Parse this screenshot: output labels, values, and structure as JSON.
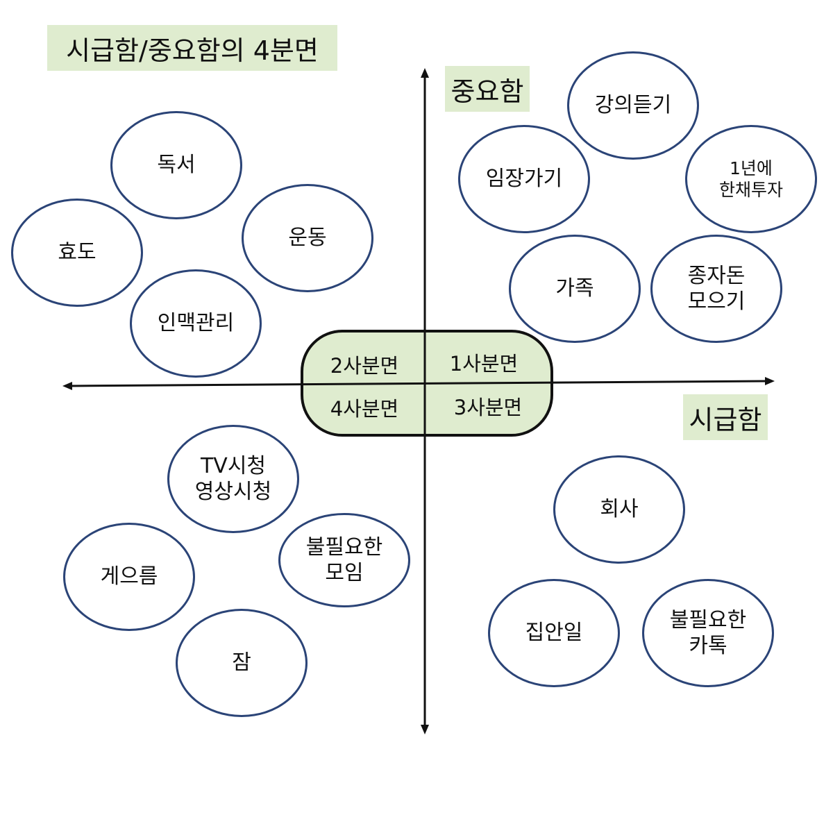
{
  "title": "시급함/중요함의 4분면",
  "axis": {
    "vertical_label": "중요함",
    "horizontal_label": "시급함"
  },
  "center": {
    "q1": "1사분면",
    "q2": "2사분면",
    "q3": "3사분면",
    "q4": "4사분면"
  },
  "quadrant1": {
    "lecture": "강의듣기",
    "assembly": "임장가기",
    "invest_line1": "1년에",
    "invest_line2": "한채투자",
    "family": "가족",
    "seed_line1": "종자돈",
    "seed_line2": "모으기"
  },
  "quadrant2": {
    "reading": "독서",
    "filial": "효도",
    "exercise": "운동",
    "network": "인맥관리"
  },
  "quadrant3": {
    "company": "회사",
    "housework": "집안일",
    "kakao_line1": "불필요한",
    "kakao_line2": "카톡"
  },
  "quadrant4": {
    "tv_line1": "TV시청",
    "tv_line2": "영상시청",
    "laziness": "게으름",
    "meeting_line1": "불필요한",
    "meeting_line2": "모임",
    "sleep": "잠"
  },
  "colors": {
    "bubble_border": "#2b4477",
    "highlight": "#dfeccf",
    "axis": "#111111"
  }
}
